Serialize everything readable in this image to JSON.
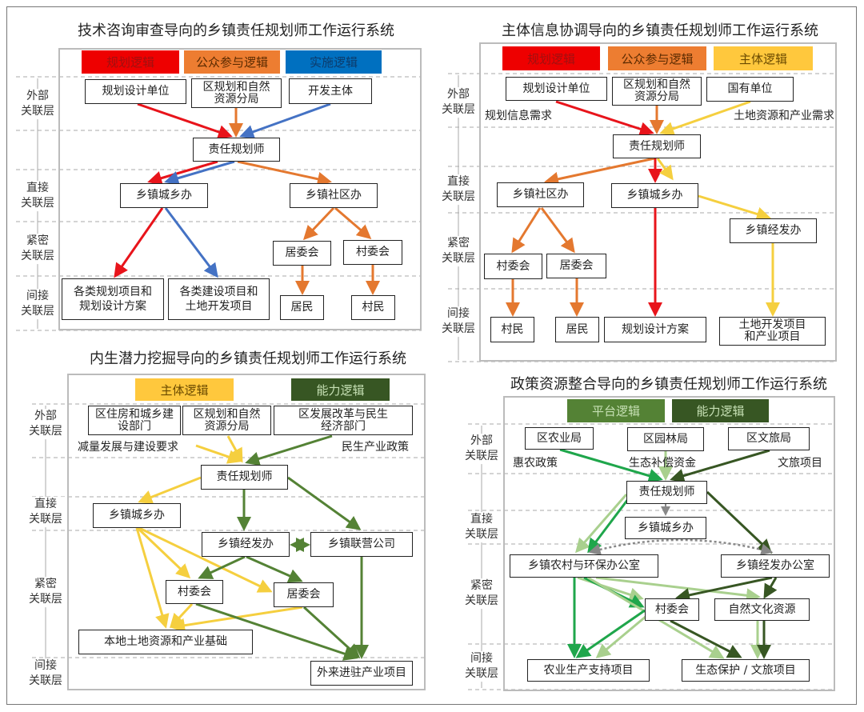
{
  "colors": {
    "red": "#e8141b",
    "orange": "#e4782f",
    "blue": "#4472c4",
    "yellow": "#f5cf3f",
    "dark_green": "#375623",
    "mid_green": "#548235",
    "light_green": "#a9d08e",
    "bright_green": "#1fa64b"
  },
  "layers": [
    "外部\n关联层",
    "直接\n关联层",
    "紧密\n关联层",
    "间接\n关联层"
  ],
  "panels": [
    {
      "title": "技术咨询审查导向的乡镇责任规划师工作运行系统",
      "legend": [
        "规划逻辑",
        "公众参与逻辑",
        "实施逻辑"
      ],
      "nodes": [
        "规划设计单位",
        "区规划和自然\n资源分局",
        "开发主体",
        "责任规划师",
        "乡镇城乡办",
        "乡镇社区办",
        "居委会",
        "村委会",
        "各类规划项目和\n规划设计方案",
        "各类建设项目和\n土地开发项目",
        "居民",
        "村民"
      ]
    },
    {
      "title": "主体信息协调导向的乡镇责任规划师工作运行系统",
      "legend": [
        "规划逻辑",
        "公众参与逻辑",
        "主体逻辑"
      ],
      "notes": [
        "规划信息需求",
        "土地资源和产业需求"
      ],
      "nodes": [
        "规划设计单位",
        "区规划和自然\n资源分局",
        "国有单位",
        "责任规划师",
        "乡镇社区办",
        "乡镇城乡办",
        "乡镇经发办",
        "村委会",
        "居委会",
        "村民",
        "居民",
        "规划设计方案",
        "土地开发项目\n和产业项目"
      ]
    },
    {
      "title": "内生潜力挖掘导向的乡镇责任规划师工作运行系统",
      "legend": [
        "主体逻辑",
        "能力逻辑"
      ],
      "notes": [
        "减量发展与建设要求",
        "民生产业政策"
      ],
      "nodes": [
        "区住房和城乡建\n设部门",
        "区规划和自然\n资源分局",
        "区发展改革与民生\n经济部门",
        "责任规划师",
        "乡镇城乡办",
        "乡镇经发办",
        "乡镇联营公司",
        "村委会",
        "居委会",
        "本地土地资源和产业基础",
        "外来进驻产业项目"
      ]
    },
    {
      "title": "政策资源整合导向的乡镇责任规划师工作运行系统",
      "legend": [
        "平台逻辑",
        "能力逻辑"
      ],
      "notes": [
        "惠农政策",
        "生态补偿资金",
        "文旅项目"
      ],
      "nodes": [
        "区农业局",
        "区园林局",
        "区文旅局",
        "责任规划师",
        "乡镇城乡办",
        "乡镇农村与环保办公室",
        "乡镇经发办公室",
        "村委会",
        "自然文化资源",
        "农业生产支持项目",
        "生态保护 / 文旅项目"
      ]
    }
  ]
}
